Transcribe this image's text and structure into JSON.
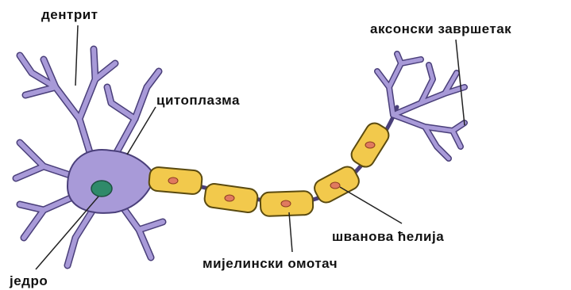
{
  "labels": {
    "dendrite": "дентрит",
    "axon_terminal": "аксонски завршетак",
    "cytoplasm": "цитоплазма",
    "nucleus": "једро",
    "schwann_cell": "шванова ћелија",
    "myelin_sheath": "мијелински омотач"
  },
  "colors": {
    "cell_body": "#a89ad8",
    "cell_outline": "#4a3f7a",
    "nucleus": "#2f8a6a",
    "myelin": "#f2c94c",
    "myelin_outline": "#5a4a10",
    "schwann_nucleus": "#e07a5f",
    "leader_line": "#222222"
  }
}
